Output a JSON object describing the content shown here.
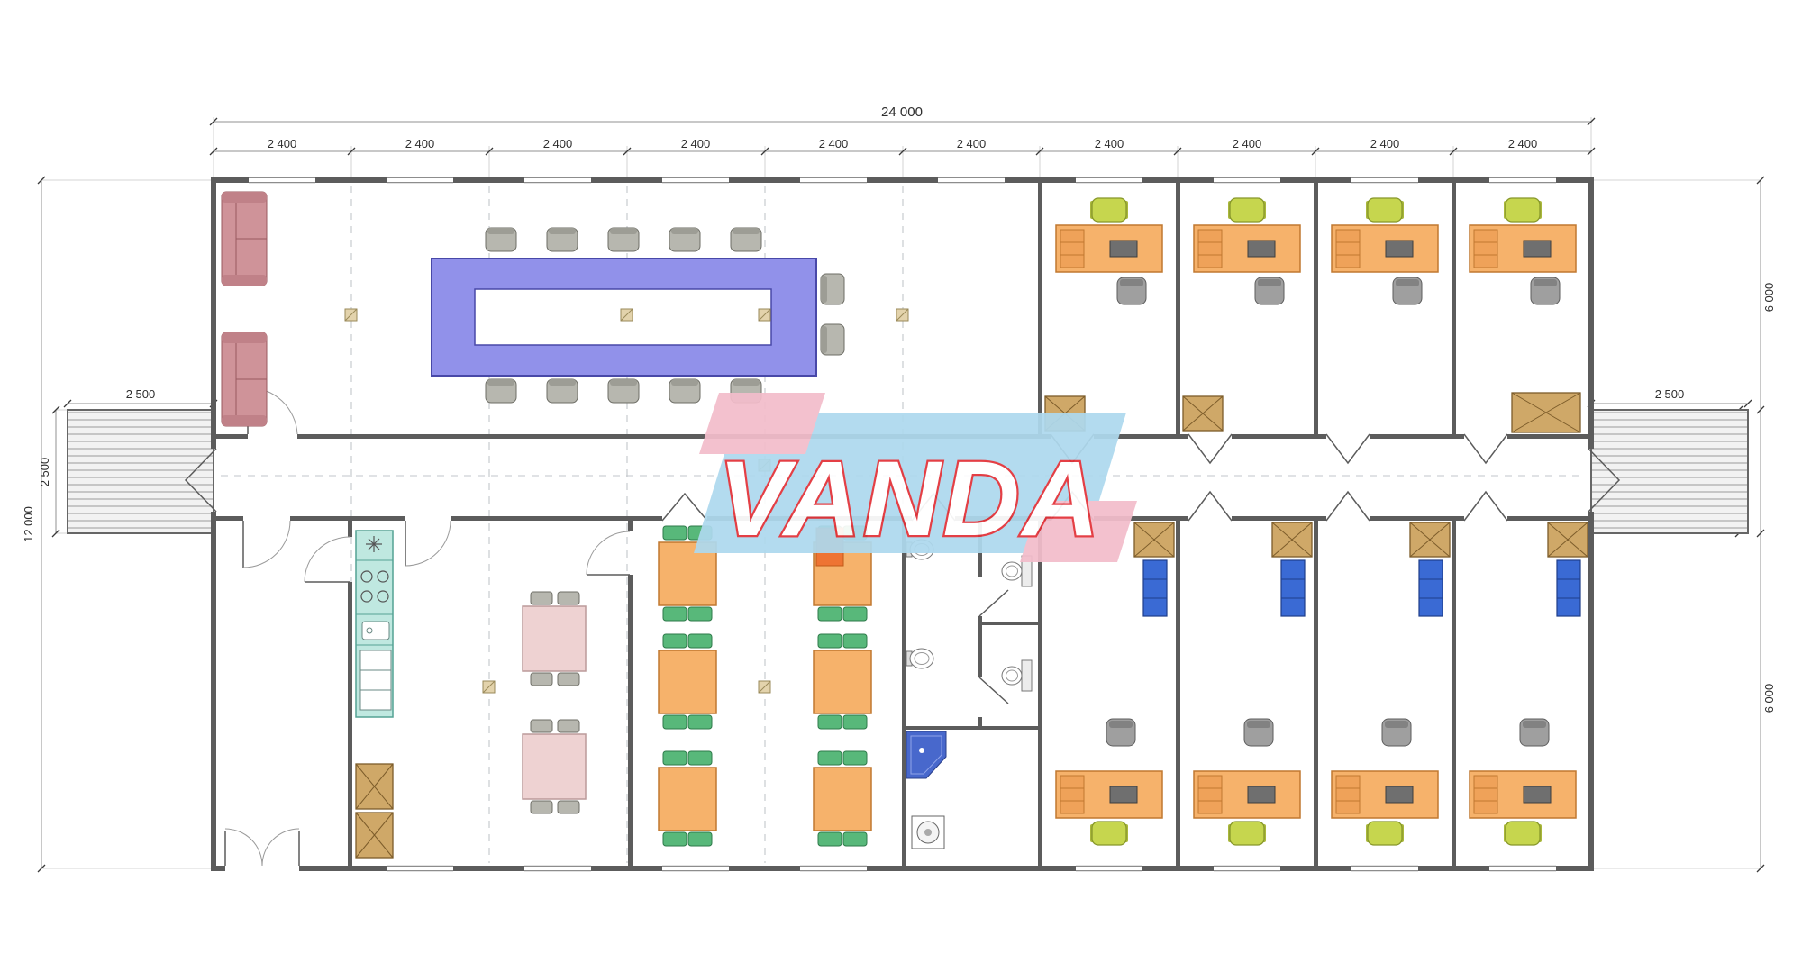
{
  "document": {
    "type": "architectural floor plan of a modular office building",
    "background": "#ffffff"
  },
  "watermark": {
    "text": "VANDA",
    "colors": {
      "band_blue": "#aed9ee",
      "accent_pink": "#f3bdcb",
      "letter_fill": "#ffffff",
      "letter_outline": "#e23138"
    }
  },
  "dimensions": {
    "total_width": "24 000",
    "bay": "2 400",
    "left_overall_height": "12 000",
    "left_corridor": "2 500",
    "ramp_left": "2 500",
    "ramp_right": "2 500",
    "right_top_room_depth": "6 000",
    "right_corridor": "2 500",
    "right_bottom_room_depth": "6 000"
  },
  "palette": {
    "walls": "#5c5c5c",
    "conference_table": "#9191ea",
    "sofa": "#cf9399",
    "desk_orange": "#f6b26b",
    "task_chair_lime": "#c6d64e",
    "side_chair_gray": "#b7b7af",
    "cafeteria_chair_green": "#58b87a",
    "cabinet_wood": "#cfa868",
    "shelf_blue": "#3a6ad4",
    "kitchen_counter": "#bfe8e0",
    "dining_table_pink": "#eed2d2",
    "shower_blue": "#4868cc"
  }
}
